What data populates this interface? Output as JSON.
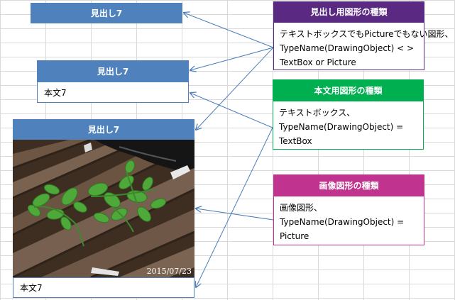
{
  "shape1": {
    "heading": "見出し7"
  },
  "shape2": {
    "heading": "見出し7",
    "body": "本文7"
  },
  "shape3": {
    "heading": "見出し7",
    "body": "本文7",
    "photo_stamp": "2015/07/23"
  },
  "note_heading": {
    "title": "見出し用図形の種類",
    "lines": [
      "テキストボックスでもPictureでもない図形、",
      "TypeName(DrawingObject) < >",
      "TextBox or Picture"
    ]
  },
  "note_body": {
    "title": "本文用図形の種類",
    "lines": [
      "テキストボックス、",
      "TypeName(DrawingObject) =",
      "TextBox"
    ]
  },
  "note_image": {
    "title": "画像図形の種類",
    "lines": [
      "画像図形、",
      "TypeName(DrawingObject) =",
      "Picture"
    ]
  },
  "colors": {
    "heading_blue": "#4f81bd",
    "purple": "#5a2a82",
    "green": "#00b050",
    "magenta": "#c0348f",
    "arrow": "#4a7ebb"
  }
}
